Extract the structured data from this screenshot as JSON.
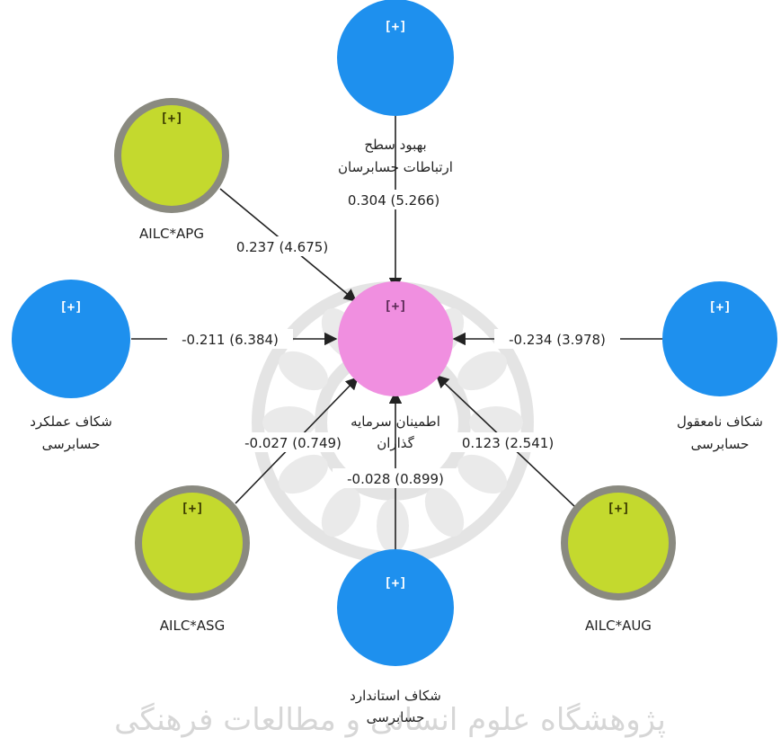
{
  "colors": {
    "construct_blue": "#1e90ee",
    "moderator_green": "#c4d92e",
    "moderator_ring": "#8a8a80",
    "endogenous_pink": "#f08fe0",
    "edge": "#222222",
    "watermark": "#d3d3d3"
  },
  "nodes": {
    "communication": {
      "label_lines": [
        "بهبود سطح",
        "ارتباطات حسابرسان"
      ],
      "expand": "[+]"
    },
    "apg": {
      "label_lines": [
        "AILC*APG"
      ],
      "expand": "[+]"
    },
    "performance_gap": {
      "label_lines": [
        "شکاف عملکرد",
        "حسابرسی"
      ],
      "expand": "[+]"
    },
    "reasonableness_gap": {
      "label_lines": [
        "شکاف نامعقول",
        "حسابرسی"
      ],
      "expand": "[+]"
    },
    "investor_confidence": {
      "label_lines": [
        "اطمینان سرمایه",
        "گذاران"
      ],
      "expand": "[+]"
    },
    "asg": {
      "label_lines": [
        "AILC*ASG"
      ],
      "expand": "[+]"
    },
    "aug": {
      "label_lines": [
        "AILC*AUG"
      ],
      "expand": "[+]"
    },
    "standards_gap": {
      "label_lines": [
        "شکاف استاندارد",
        "حسابرسی"
      ],
      "expand": "[+]"
    }
  },
  "paths": {
    "communication": "0.304 (5.266)",
    "apg": "0.237 (4.675)",
    "performance_gap": "-0.211 (6.384)",
    "reasonableness_gap": "-0.234 (3.978)",
    "asg": "-0.027 (0.749)",
    "aug": "0.123 (2.541)",
    "standards_gap": "-0.028 (0.899)"
  },
  "watermark": {
    "text": "پژوهشگاه علوم انسانی و مطالعات فرهنگی"
  }
}
